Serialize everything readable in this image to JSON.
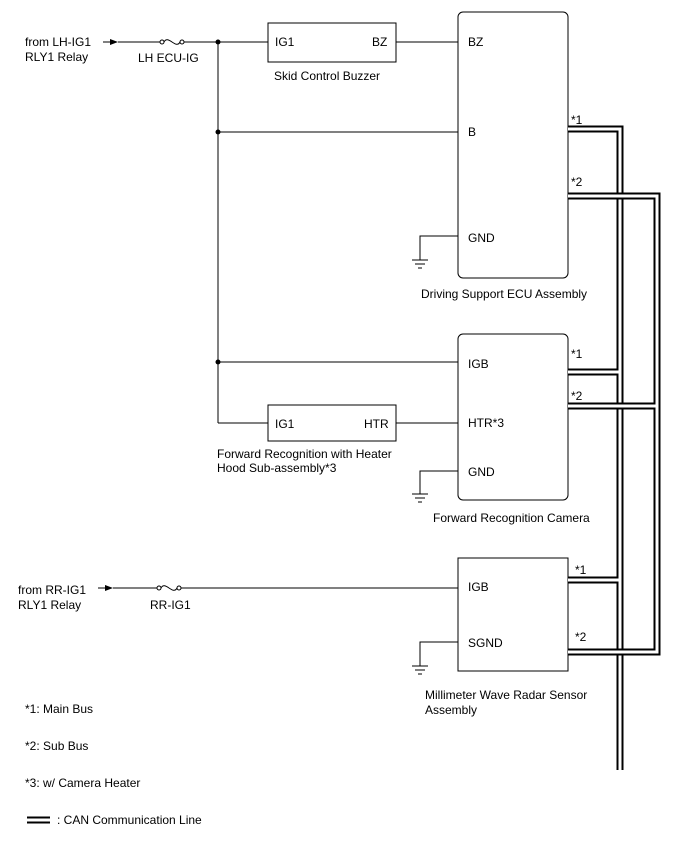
{
  "sources": {
    "lh": {
      "line1": "from LH-IG1",
      "line2": "RLY1 Relay"
    },
    "rr": {
      "line1": "from RR-IG1",
      "line2": "RLY1 Relay"
    }
  },
  "fuses": {
    "lh": "LH ECU-IG",
    "rr": "RR-IG1"
  },
  "buzzer": {
    "pin_left": "IG1",
    "pin_right": "BZ",
    "name": "Skid Control Buzzer"
  },
  "heater": {
    "pin_left": "IG1",
    "pin_right": "HTR",
    "name_line1": "Forward Recognition with Heater",
    "name_line2": "Hood Sub-assembly*3"
  },
  "ecu": {
    "pins": [
      "BZ",
      "B",
      "GND"
    ],
    "name": "Driving Support ECU Assembly",
    "bus1": "*1",
    "bus2": "*2"
  },
  "camera": {
    "pins": [
      "IGB",
      "HTR*3",
      "GND"
    ],
    "name": "Forward Recognition Camera",
    "bus1": "*1",
    "bus2": "*2"
  },
  "radar": {
    "pins": [
      "IGB",
      "SGND"
    ],
    "name_line1": "Millimeter Wave Radar Sensor",
    "name_line2": "Assembly",
    "bus1": "*1",
    "bus2": "*2"
  },
  "notes": [
    "*1: Main Bus",
    "*2: Sub Bus",
    "*3: w/ Camera Heater"
  ],
  "legend": ": CAN Communication Line"
}
